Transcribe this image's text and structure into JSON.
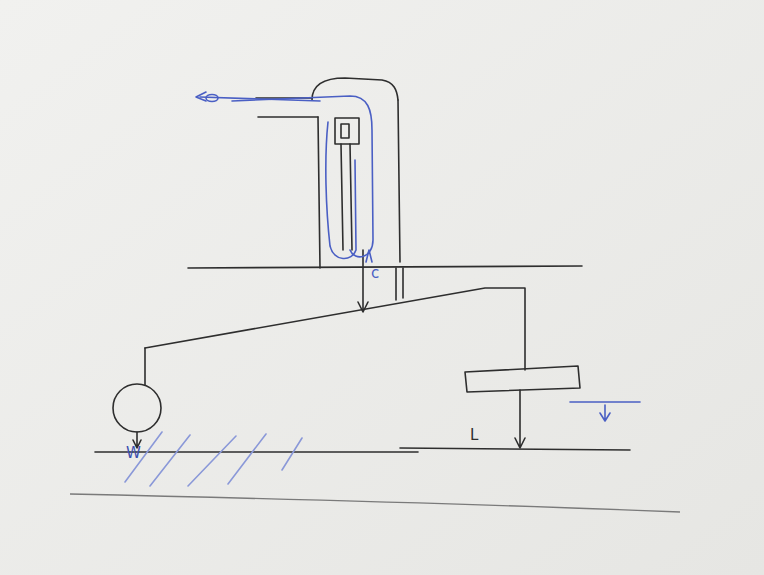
{
  "diagram": {
    "labels": [
      "c",
      "W",
      "L"
    ]
  }
}
